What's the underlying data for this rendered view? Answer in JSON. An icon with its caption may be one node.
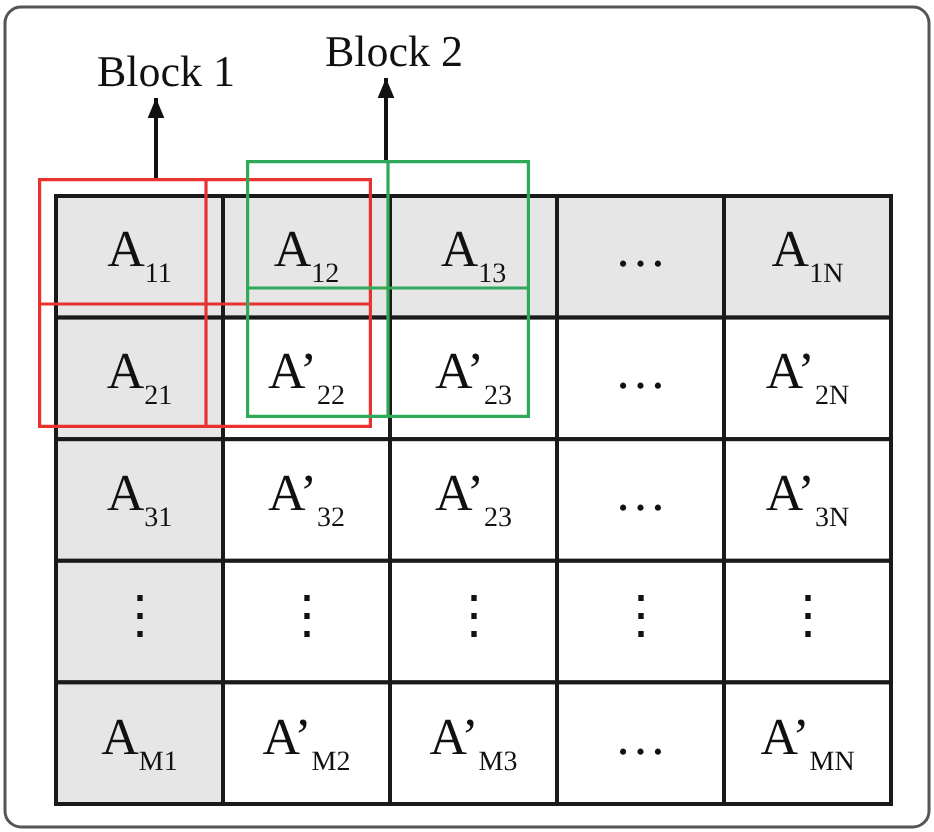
{
  "diagram": {
    "nodes": [
      {
        "text": [
          "Block 1"
        ]
      },
      {
        "text": [
          "Block 2"
        ]
      },
      {
        "text": [],
        "shape": "box"
      },
      {
        "text": [],
        "shape": "box"
      }
    ],
    "edges": [
      {
        "from": 2,
        "to": 0,
        "arrow": "to"
      },
      {
        "from": 3,
        "to": 1,
        "arrow": "to"
      }
    ],
    "labels": [
      "A$_{11}$",
      "A$_{12}$",
      "A$_{13}$",
      "…",
      "A$_{1N}$",
      "A$_{21}$",
      "A’$_{22}$",
      "A’$_{23}$",
      "…",
      "A’$_{2N}$",
      "A$_{31}$",
      "A’$_{32}$",
      "A’$_{23}$",
      "…",
      "A’$_{3N}$",
      "⋮",
      "⋮",
      "⋮",
      "⋮",
      "⋮",
      "A$_{M1}$",
      "A’$_{M2}$",
      "A’$_{M3}$",
      "…",
      "A’$_{MN}$"
    ]
  }
}
